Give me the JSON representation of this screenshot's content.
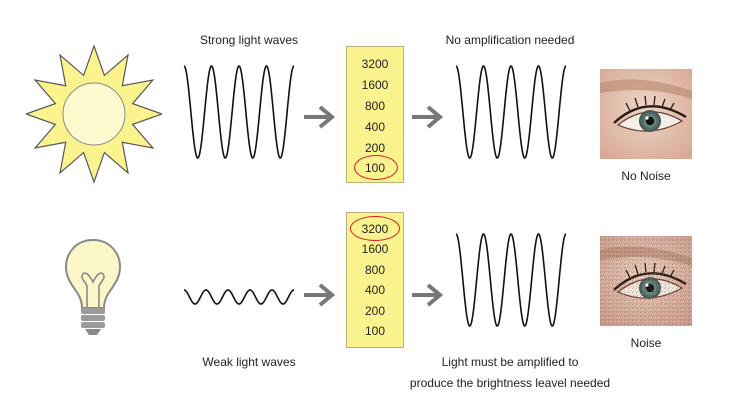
{
  "top_row": {
    "waves_label": "Strong light waves",
    "result_label": "No amplification needed",
    "caption": "No Noise",
    "iso_values": [
      "3200",
      "1600",
      "800",
      "400",
      "200",
      "100"
    ],
    "selected_iso": "100"
  },
  "bottom_row": {
    "waves_label": "Weak light waves",
    "result_label_line1": "Light must be amplified to",
    "result_label_line2": "produce the brightness leavel needed",
    "caption": "Noise",
    "iso_values": [
      "3200",
      "1600",
      "800",
      "400",
      "200",
      "100"
    ],
    "selected_iso": "3200"
  },
  "colors": {
    "sun_fill": "#fbf48e",
    "iso_box": "#fbf48e",
    "highlight_ring": "#d61f1f",
    "arrow": "#777777"
  }
}
